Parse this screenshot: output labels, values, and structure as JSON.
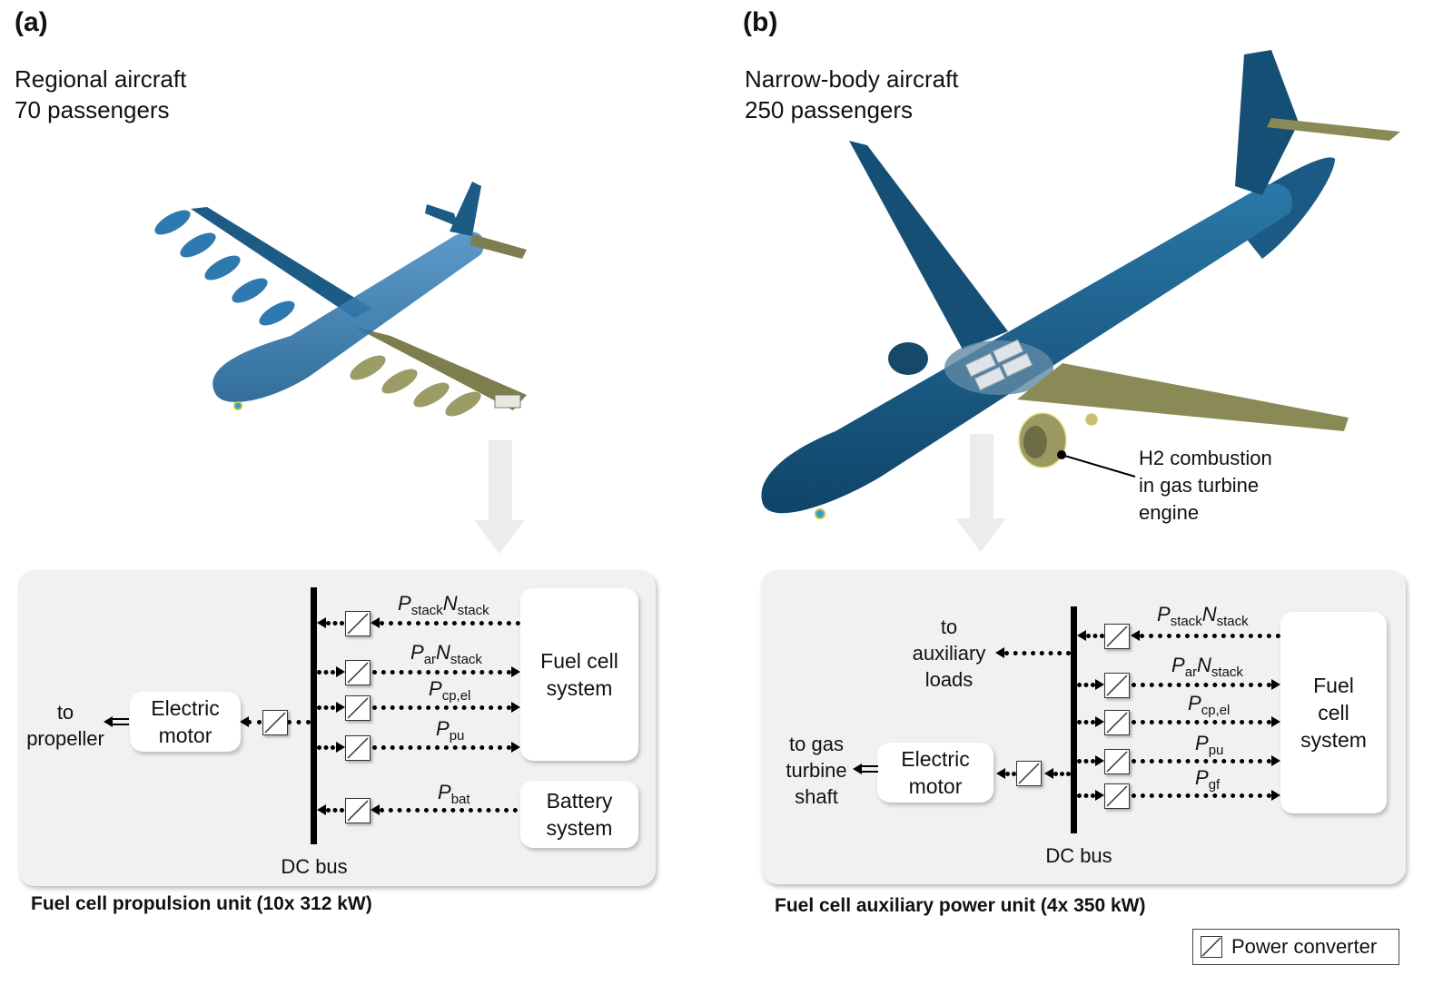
{
  "panel_a": {
    "label": "(a)",
    "title_line1": "Regional aircraft",
    "title_line2": "70 passengers",
    "diagram": {
      "bus_label": "DC bus",
      "output_label_line1": "to",
      "output_label_line2": "propeller",
      "motor_line1": "Electric",
      "motor_line2": "motor",
      "fuel_cell_line1": "Fuel cell",
      "fuel_cell_line2": "system",
      "battery_line1": "Battery",
      "battery_line2": "system",
      "flows": [
        {
          "P": "P",
          "sub1": "stack",
          "N": "N",
          "sub2": "stack",
          "direction": "to-bus"
        },
        {
          "P": "P",
          "sub1": "ar",
          "N": "N",
          "sub2": "stack",
          "direction": "to-fuel-cell"
        },
        {
          "P": "P",
          "sub1": "cp,el",
          "direction": "to-fuel-cell"
        },
        {
          "P": "P",
          "sub1": "pu",
          "direction": "to-fuel-cell"
        },
        {
          "P": "P",
          "sub1": "bat",
          "direction": "to-bus"
        }
      ]
    },
    "caption": "Fuel cell propulsion unit (10x 312 kW)"
  },
  "panel_b": {
    "label": "(b)",
    "title_line1": "Narrow-body aircraft",
    "title_line2": "250 passengers",
    "annotation_line1": "H2 combustion",
    "annotation_line2": "in gas turbine",
    "annotation_line3": "engine",
    "diagram": {
      "bus_label": "DC bus",
      "aux_line1": "to",
      "aux_line2": "auxiliary",
      "aux_line3": "loads",
      "output_line1": "to gas",
      "output_line2": "turbine",
      "output_line3": "shaft",
      "motor_line1": "Electric",
      "motor_line2": "motor",
      "fuel_cell_line1": "Fuel",
      "fuel_cell_line2": "cell",
      "fuel_cell_line3": "system",
      "flows": [
        {
          "P": "P",
          "sub1": "stack",
          "N": "N",
          "sub2": "stack",
          "direction": "to-bus"
        },
        {
          "P": "P",
          "sub1": "ar",
          "N": "N",
          "sub2": "stack",
          "direction": "to-fuel-cell"
        },
        {
          "P": "P",
          "sub1": "cp,el",
          "direction": "to-fuel-cell"
        },
        {
          "P": "P",
          "sub1": "pu",
          "direction": "to-fuel-cell"
        },
        {
          "P": "P",
          "sub1": "gf",
          "direction": "to-fuel-cell"
        }
      ]
    },
    "caption": "Fuel cell auxiliary power unit (4x 350 kW)"
  },
  "legend": {
    "icon": "power-converter-icon",
    "label": "Power converter"
  },
  "colors": {
    "fuselage_blue": "#1f5f8b",
    "wing_olive": "#8a8a5a",
    "diagram_bg": "#f1f1f1"
  }
}
